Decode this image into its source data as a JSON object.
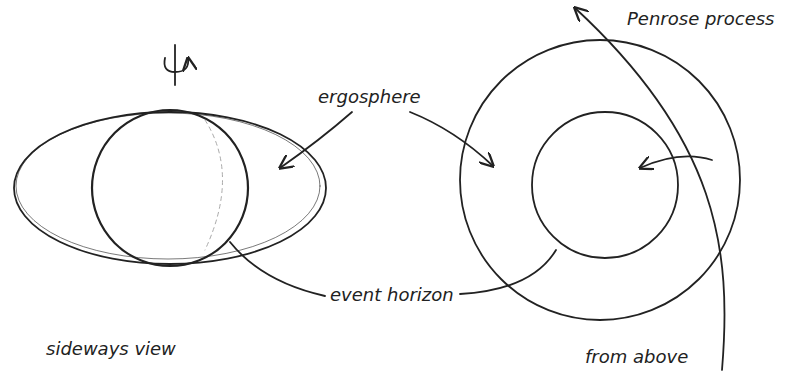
{
  "diagram": {
    "labels": [
      "ergosphere",
      "Penrose process",
      "event horizon",
      "sideways view",
      "from above"
    ]
  }
}
